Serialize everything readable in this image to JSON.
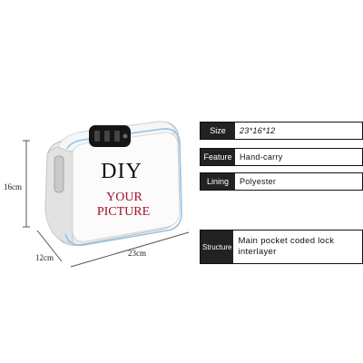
{
  "product": {
    "print_main": "DIY",
    "print_line1": "YOUR",
    "print_line2": "PICTURE",
    "dimension_height": "16cm",
    "dimension_depth": "12cm",
    "dimension_width": "23cm"
  },
  "specs": {
    "size": {
      "label": "Size",
      "value": "23*16*12"
    },
    "feature": {
      "label": "Feature",
      "value": "Hand-carry"
    },
    "lining": {
      "label": "Lining",
      "value": "Polyester"
    },
    "structure": {
      "label": "Structure",
      "value": "Main pocket coded lock interlayer"
    }
  },
  "colors": {
    "zipper_accent": "#8fc3e8",
    "label_background": "#222222",
    "print_red": "#a0102a"
  }
}
